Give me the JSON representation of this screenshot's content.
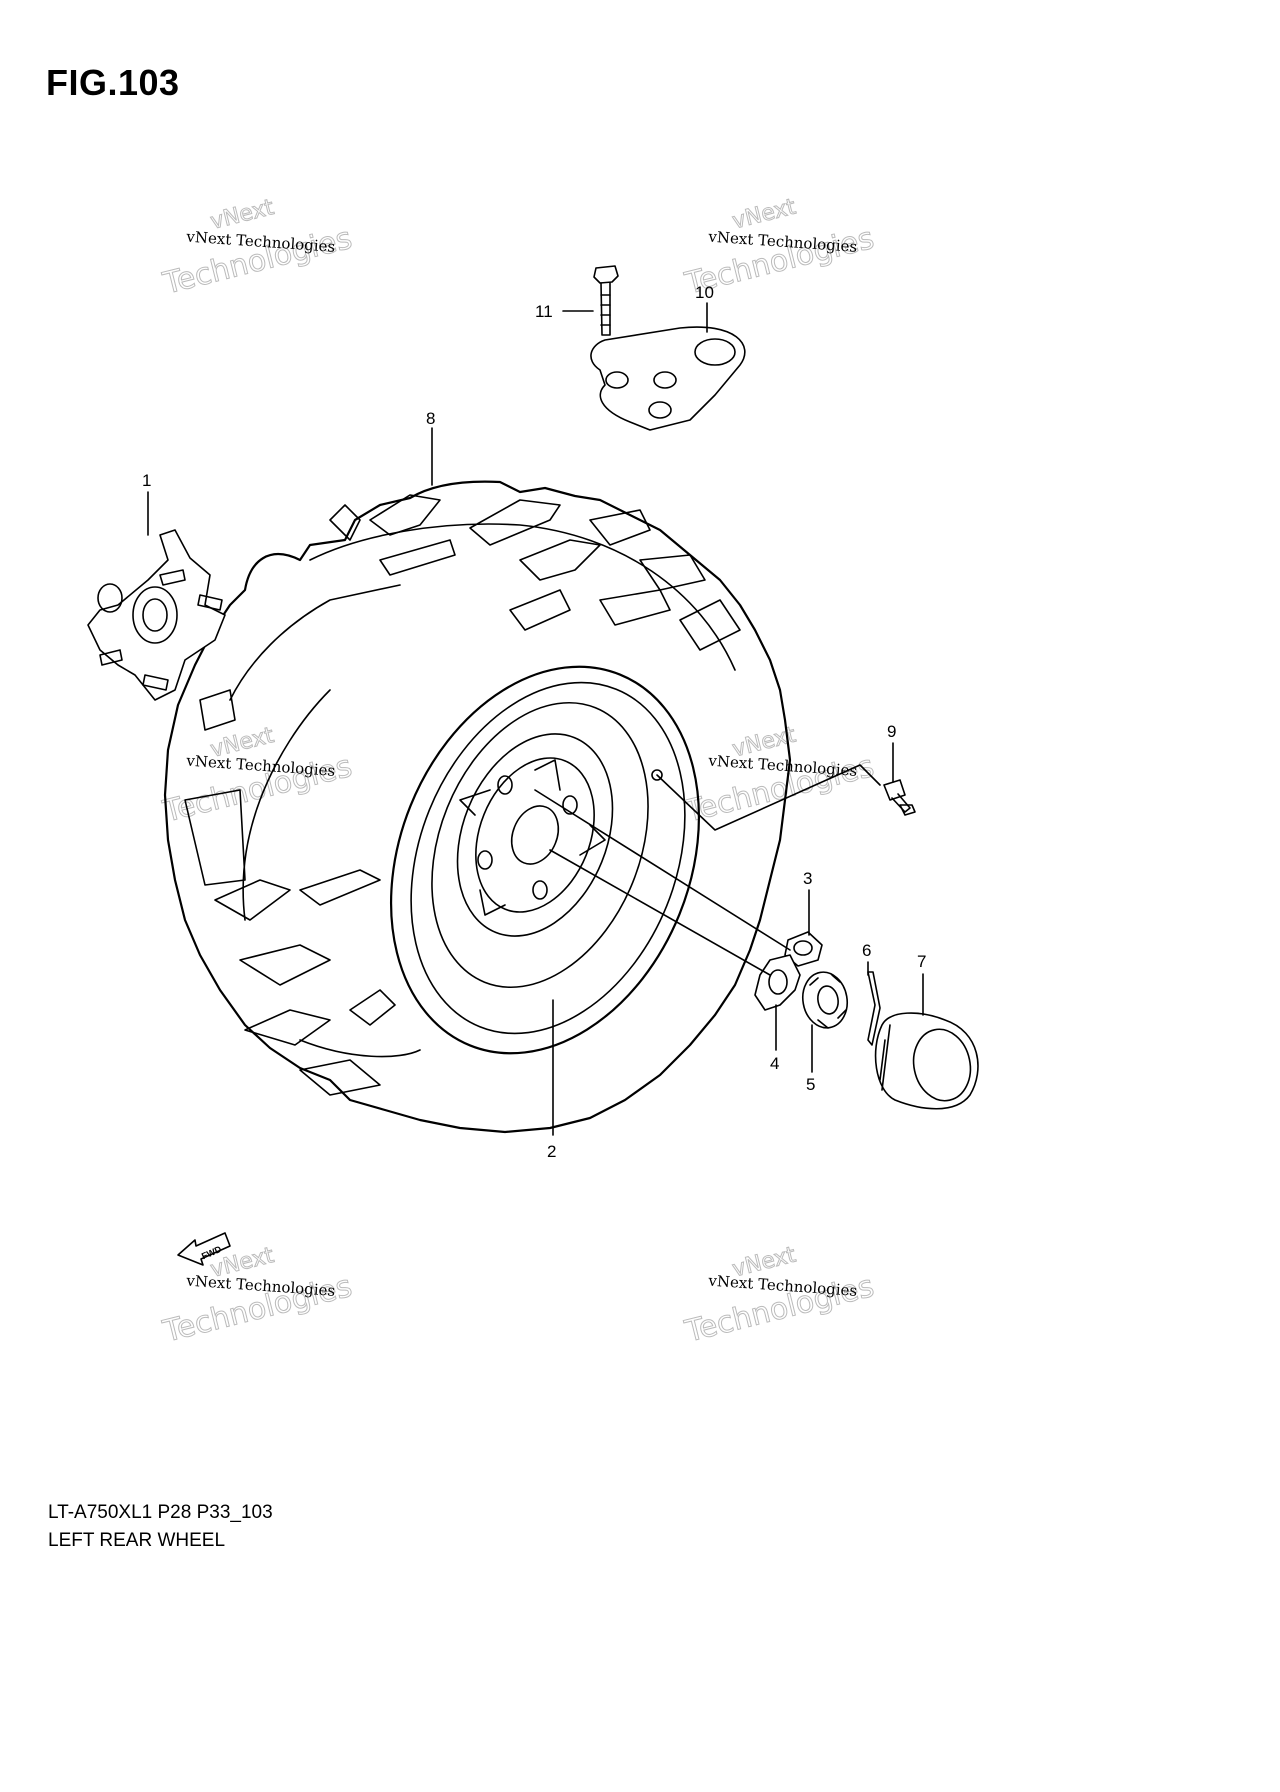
{
  "figure": {
    "title": "FIG.103",
    "model_code": "LT-A750XL1 P28 P33_103",
    "description": "LEFT REAR WHEEL"
  },
  "watermark": {
    "small_text": "vNext Technologies",
    "word_top": "vNext",
    "word_bottom": "Technologies"
  },
  "callouts": [
    "1",
    "2",
    "3",
    "4",
    "5",
    "6",
    "7",
    "8",
    "9",
    "10",
    "11"
  ],
  "direction_marker": {
    "label": "FWD",
    "icon": "fwd-arrow-icon"
  }
}
